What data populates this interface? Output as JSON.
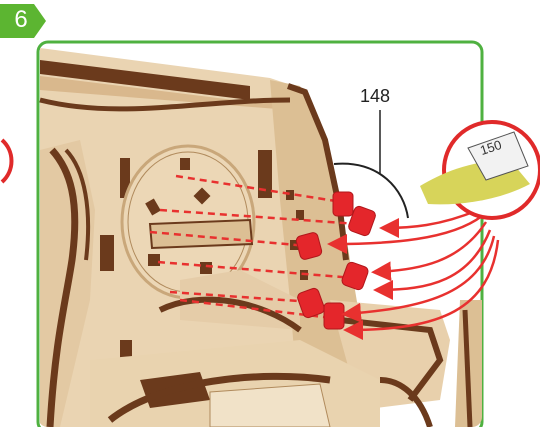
{
  "step": {
    "number": "6"
  },
  "part": {
    "label": "148",
    "sheet_label": "150"
  },
  "colors": {
    "step_badge": "#5cb531",
    "frame_border": "#4fb140",
    "wood_light": "#ecd7b6",
    "wood_mid": "#d7b98f",
    "wood_dark": "#6b3a1c",
    "peg_red": "#e4262b",
    "arrow_red": "#e8312f",
    "callout_ring": "#e02a2a"
  },
  "icons": [
    "step-badge-icon",
    "wooden-mechanism-illustration",
    "red-peg-icon",
    "callout-sheet-icon"
  ]
}
